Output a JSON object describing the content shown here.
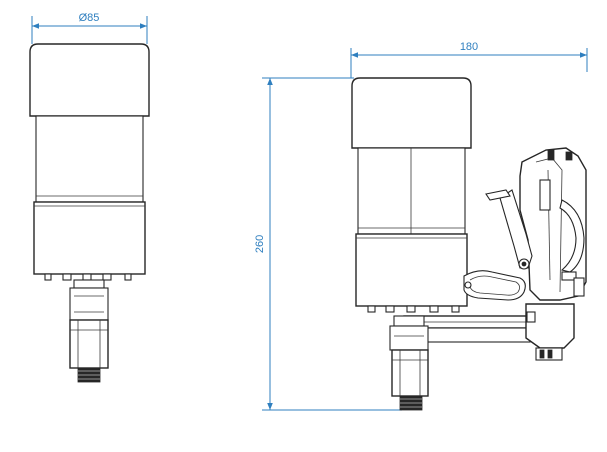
{
  "dimensions": {
    "diameter": "Ø85",
    "width": "180",
    "height": "260"
  },
  "colors": {
    "dimension_line": "#2f7fbf",
    "outline": "#262626"
  }
}
